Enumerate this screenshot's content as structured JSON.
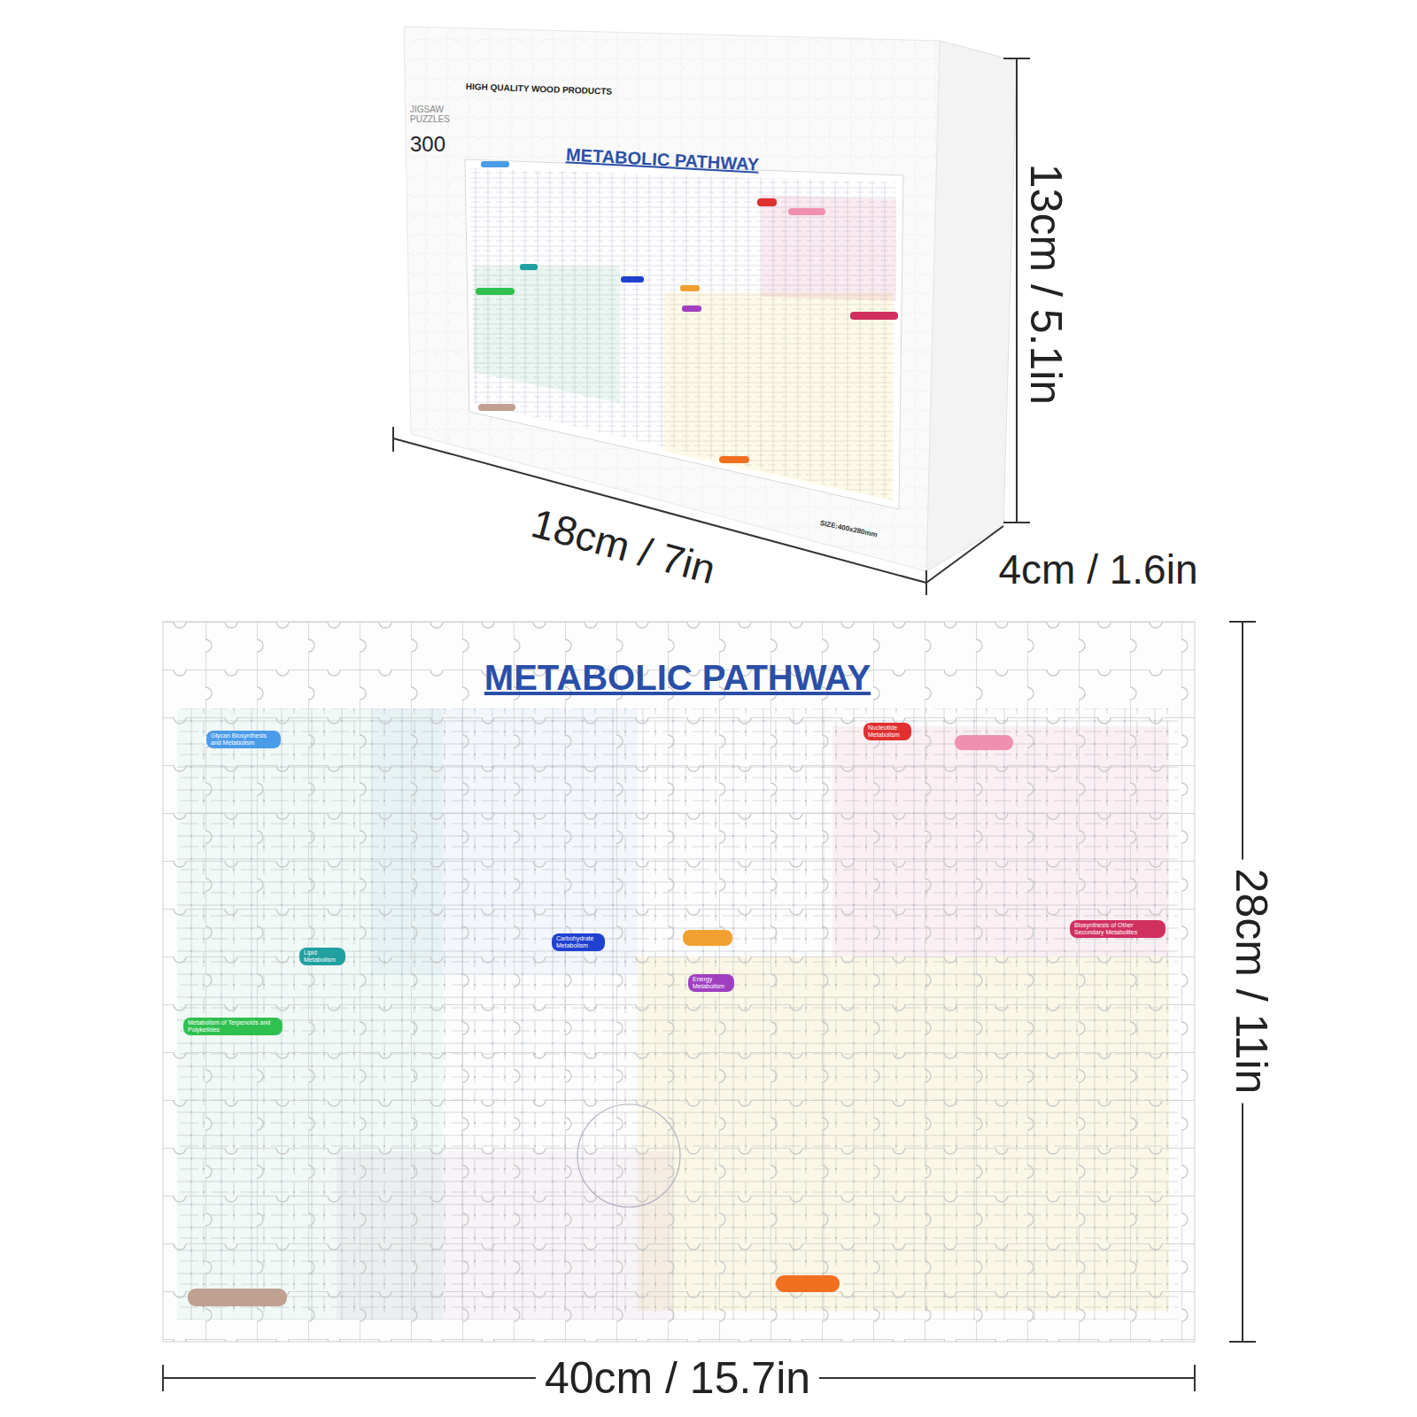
{
  "diagram": {
    "nodes": [
      {
        "text": [
          "Glycan Biosynthesis and Metabolism"
        ]
      },
      {
        "text": [
          "Nucleotide Metabolism"
        ]
      },
      {
        "text": [
          "Biosynthesis of Other Secondary Metabolites"
        ]
      },
      {
        "text": [
          "Carbohydrate Metabolism"
        ]
      },
      {
        "text": [
          "Lipid Metabolism"
        ]
      },
      {
        "text": [
          "Energy Metabolism"
        ]
      },
      {
        "text": [
          "Metabolism of Terpenoids and Polyketides"
        ]
      }
    ],
    "labels": [
      "HIGH QUALITY WOOD PRODUCTS",
      "JIGSAW PUZZLES",
      "300",
      "METABOLIC PATHWAY",
      "SIZE:400x280mm",
      "13cm / 5.1in",
      "18cm / 7in",
      "4cm / 1.6in",
      "METABOLIC PATHWAY",
      "28cm / 11in",
      "40cm / 15.7in"
    ]
  }
}
